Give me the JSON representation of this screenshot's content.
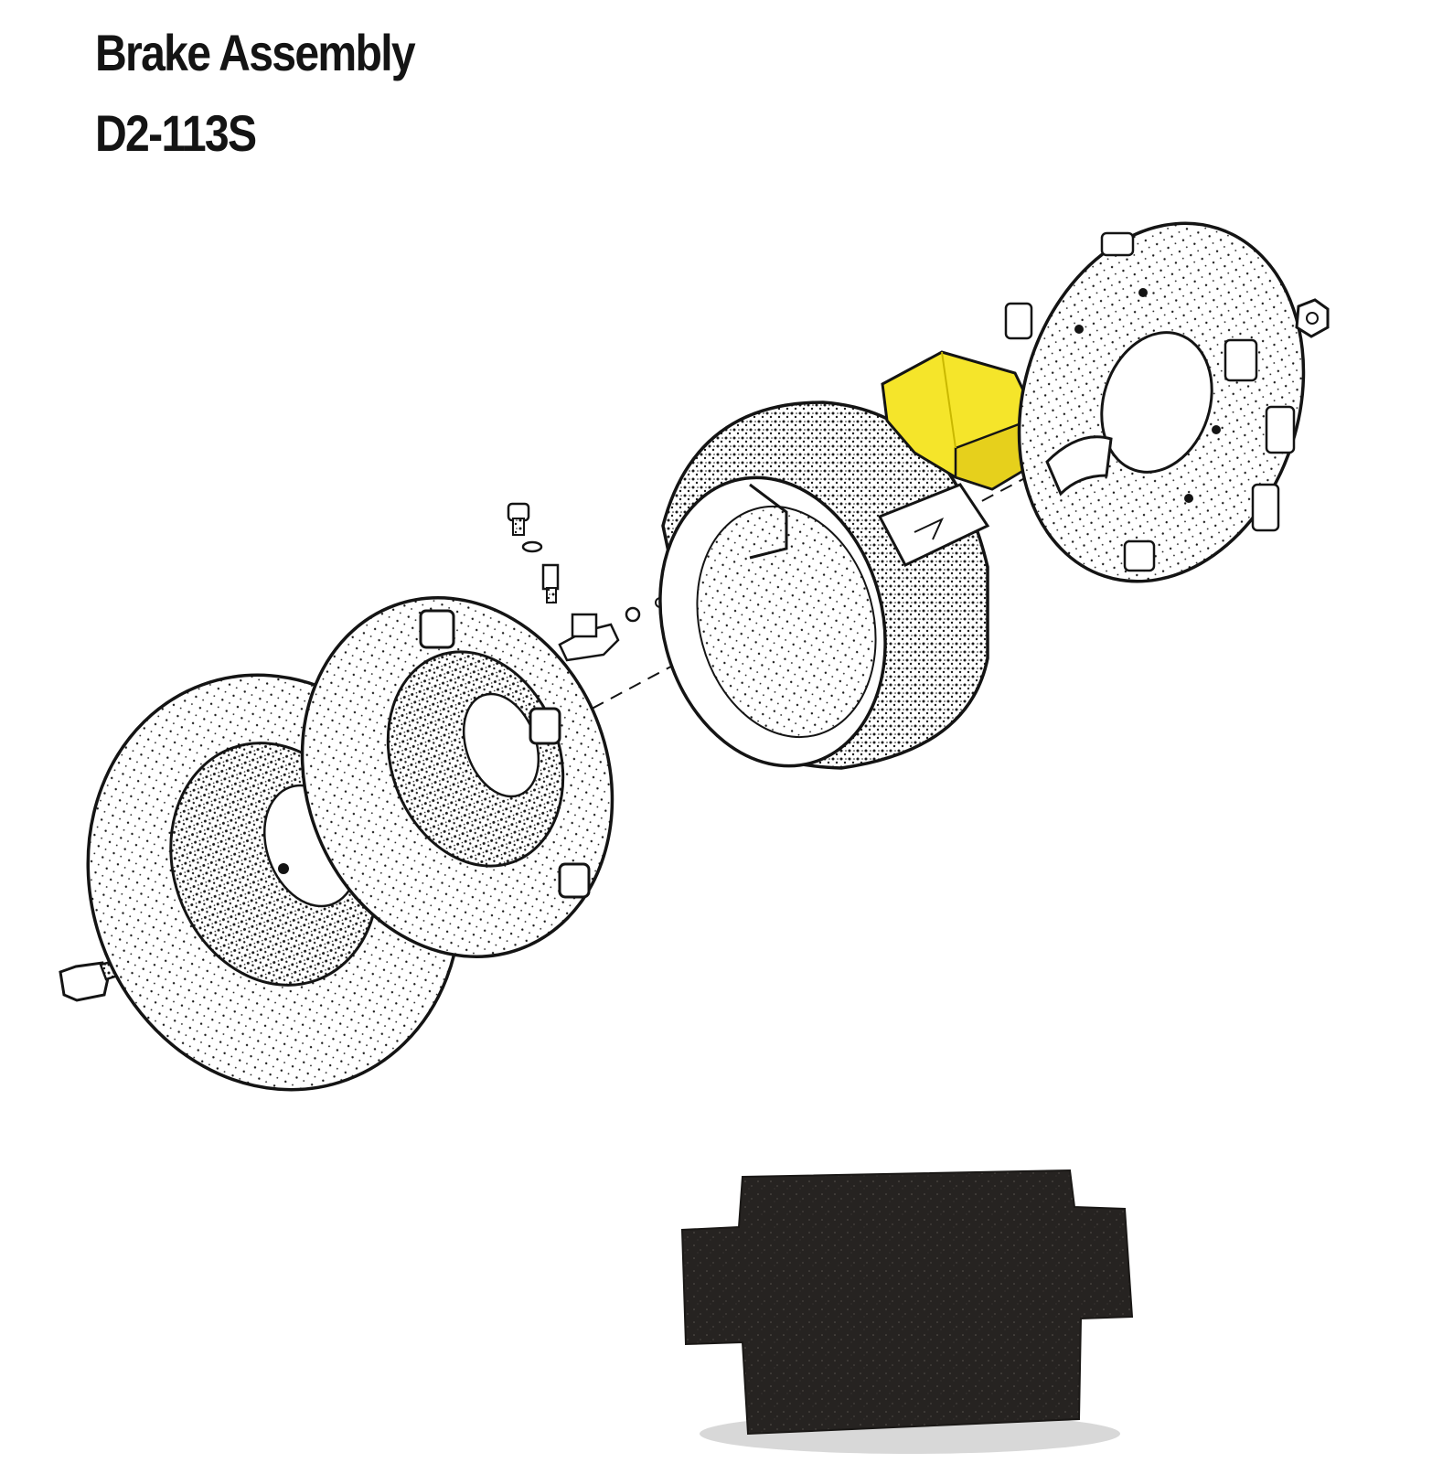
{
  "header": {
    "title": "Brake Assembly",
    "part_number": "D2-113S"
  },
  "colors": {
    "ink": "#141414",
    "highlight": "#f5e52a",
    "highlight_edge": "#c9b800",
    "pad_photo": "#262321"
  },
  "diagram": {
    "highlighted_part": "brake-pad"
  }
}
